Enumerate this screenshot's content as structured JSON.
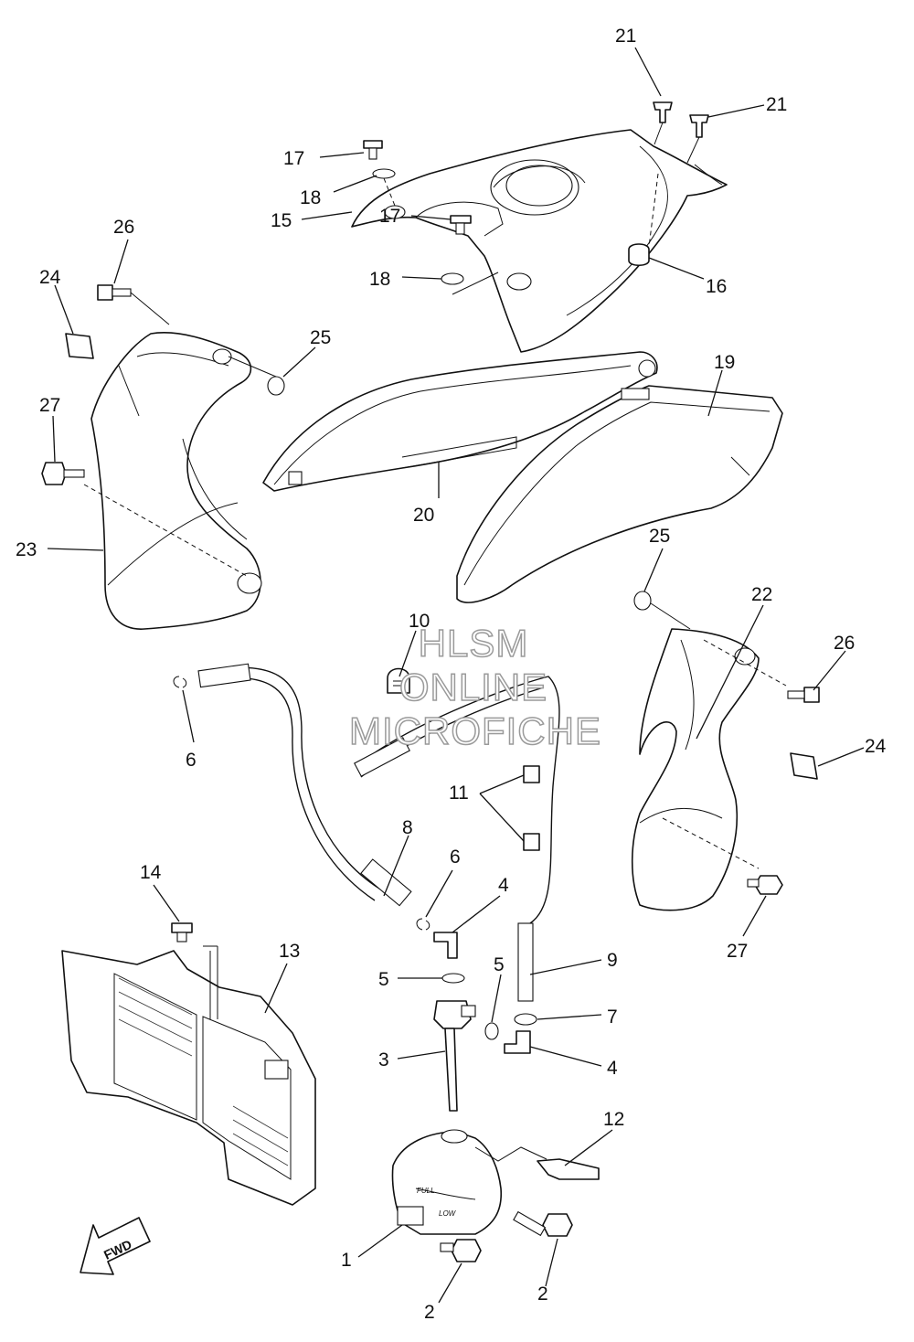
{
  "watermark": {
    "line1": "HLSM",
    "line2": "ONLINE",
    "line3": "MICROFICHE"
  },
  "fwd_label": "FWD",
  "tank_marks": {
    "full": "FULL",
    "low": "LOW"
  },
  "callouts": [
    {
      "id": "c1",
      "text": "1"
    },
    {
      "id": "c2a",
      "text": "2"
    },
    {
      "id": "c2b",
      "text": "2"
    },
    {
      "id": "c3",
      "text": "3"
    },
    {
      "id": "c4a",
      "text": "4"
    },
    {
      "id": "c4b",
      "text": "4"
    },
    {
      "id": "c5a",
      "text": "5"
    },
    {
      "id": "c5b",
      "text": "5"
    },
    {
      "id": "c6a",
      "text": "6"
    },
    {
      "id": "c6b",
      "text": "6"
    },
    {
      "id": "c7",
      "text": "7"
    },
    {
      "id": "c8",
      "text": "8"
    },
    {
      "id": "c9",
      "text": "9"
    },
    {
      "id": "c10",
      "text": "10"
    },
    {
      "id": "c11",
      "text": "11"
    },
    {
      "id": "c12",
      "text": "12"
    },
    {
      "id": "c13",
      "text": "13"
    },
    {
      "id": "c14",
      "text": "14"
    },
    {
      "id": "c15",
      "text": "15"
    },
    {
      "id": "c16",
      "text": "16"
    },
    {
      "id": "c17a",
      "text": "17"
    },
    {
      "id": "c17b",
      "text": "17"
    },
    {
      "id": "c18a",
      "text": "18"
    },
    {
      "id": "c18b",
      "text": "18"
    },
    {
      "id": "c19",
      "text": "19"
    },
    {
      "id": "c20",
      "text": "20"
    },
    {
      "id": "c21a",
      "text": "21"
    },
    {
      "id": "c21b",
      "text": "21"
    },
    {
      "id": "c22",
      "text": "22"
    },
    {
      "id": "c23",
      "text": "23"
    },
    {
      "id": "c24a",
      "text": "24"
    },
    {
      "id": "c24b",
      "text": "24"
    },
    {
      "id": "c25a",
      "text": "25"
    },
    {
      "id": "c25b",
      "text": "25"
    },
    {
      "id": "c26a",
      "text": "26"
    },
    {
      "id": "c26b",
      "text": "26"
    },
    {
      "id": "c27a",
      "text": "27"
    },
    {
      "id": "c27b",
      "text": "27"
    }
  ]
}
